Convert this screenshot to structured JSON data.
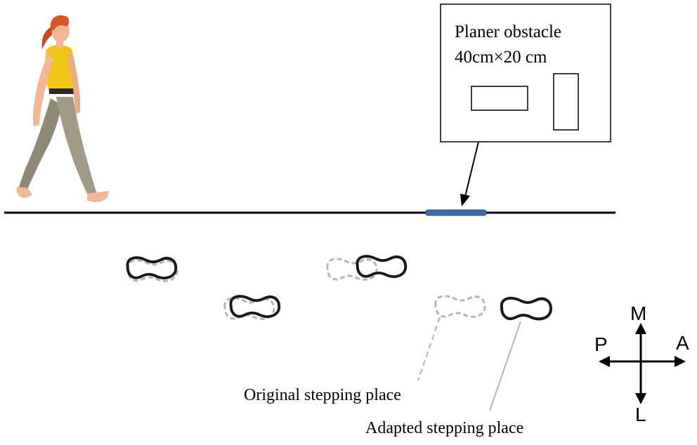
{
  "obstacle_box": {
    "title": "Planer obstacle",
    "size": "40cm×20 cm"
  },
  "labels": {
    "original": "Original  stepping place",
    "adapted": "Adapted stepping place"
  },
  "compass": {
    "up": "M",
    "down": "L",
    "left": "P",
    "right": "A"
  },
  "colors": {
    "obstacle_strip": "#3d6bb0",
    "original_outline": "#b5b5b5",
    "adapted_outline": "#1a1a1a",
    "ground_line": "#000000",
    "shirt": "#f2c418",
    "pants": "#a09b86",
    "hair": "#d9552a",
    "skin": "#f0b895"
  }
}
